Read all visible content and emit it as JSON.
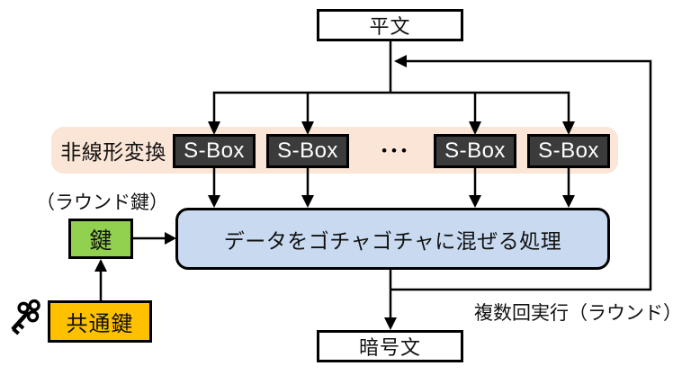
{
  "diagram": {
    "title_hint": "SPN block cipher structure",
    "plaintext": {
      "label": "平文"
    },
    "ciphertext": {
      "label": "暗号文"
    },
    "nonlinear_band": {
      "label": "非線形変換",
      "bg": "#fbe5d6"
    },
    "sboxes": {
      "labels": [
        "S-Box",
        "S-Box",
        "S-Box",
        "S-Box"
      ],
      "ellipsis": "•••",
      "bg": "#3b3b3b",
      "text_color": "#ffffff"
    },
    "mix_box": {
      "label": "データをゴチャゴチャに混ぜる処理",
      "bg": "#c9daf0"
    },
    "round_key": {
      "note": "（ラウンド鍵）",
      "label": "鍵",
      "bg": "#92d050"
    },
    "common_key": {
      "label": "共通鍵",
      "bg": "#ffc000"
    },
    "rounds_note": {
      "label": "複数回実行（ラウンド）"
    },
    "icons": {
      "key": "key-icon"
    },
    "line_color": "#000000"
  }
}
